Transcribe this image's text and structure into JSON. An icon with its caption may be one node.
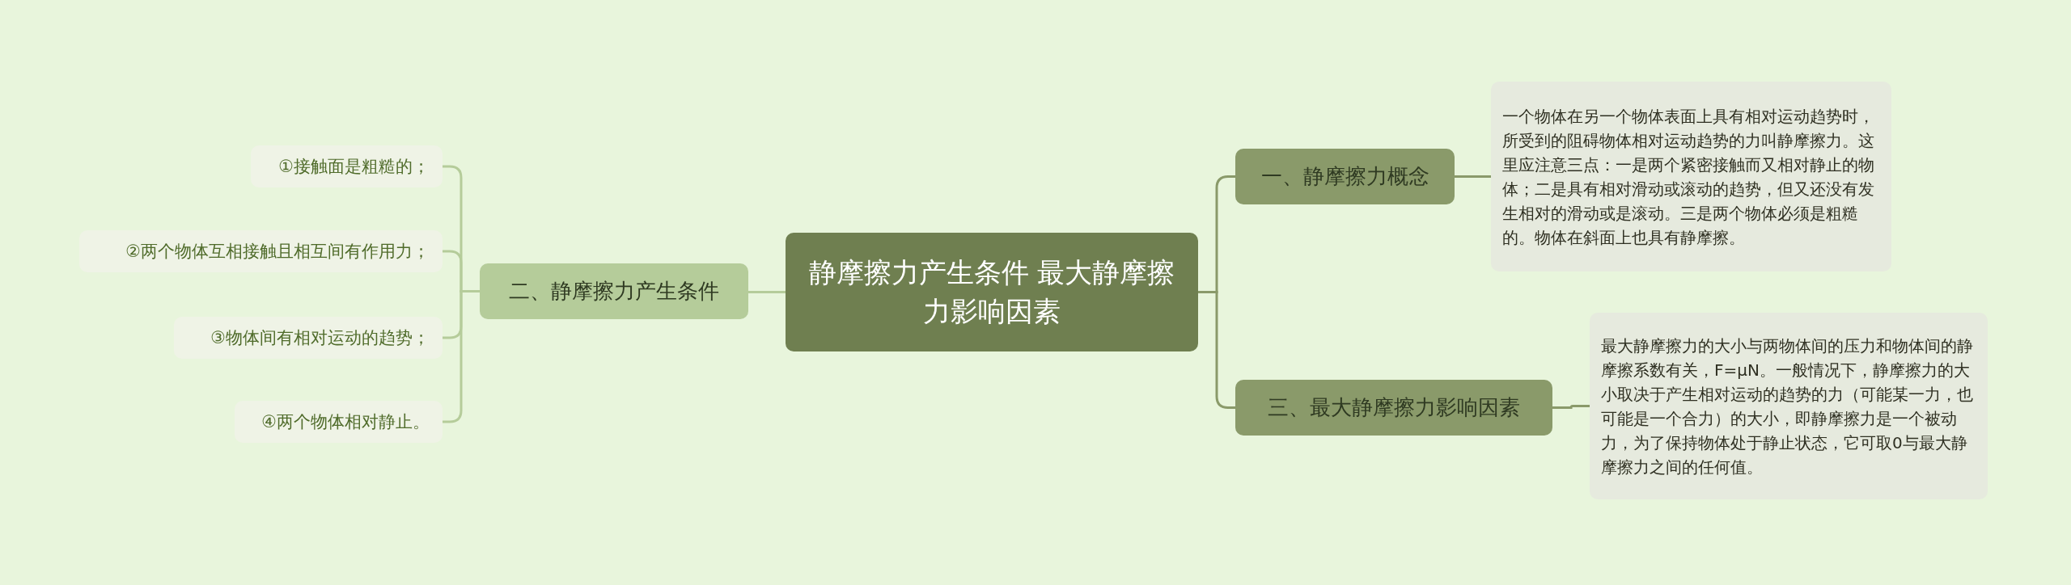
{
  "diagram": {
    "nodes": [
      {
        "text": [
          "静摩擦力产生条件 最大静摩擦力影响因素"
        ]
      },
      {
        "text": [
          "二、静摩擦力产生条件"
        ]
      },
      {
        "text": [
          "①接触面是粗糙的；"
        ]
      },
      {
        "text": [
          "②两个物体互相接触且相互间有作用力；"
        ]
      },
      {
        "text": [
          "③物体间有相对运动的趋势；"
        ]
      },
      {
        "text": [
          "④两个物体相对静止。"
        ]
      },
      {
        "text": [
          "一、静摩擦力概念"
        ]
      },
      {
        "text": [
          "一个物体在另一个物体表面上具有相对运动趋势时，所受到的阻碍物体相对运动趋势的力叫静摩擦力。这里应注意三点：一是两个紧密接触而又相对静止的物体；二是具有相对滑动或滚动的趋势，但又还没有发生相对的滑动或是滚动。三是两个物体必须是粗糙的。物体在斜面上也具有静摩擦。"
        ]
      },
      {
        "text": [
          "三、最大静摩擦力影响因素"
        ]
      },
      {
        "text": [
          "最大静摩擦力的大小与两物体间的压力和物体间的静摩擦系数有关，F=μN。一般情况下，静摩擦力的大小取决于产生相对运动的趋势的力（可能某一力，也可能是一个合力）的大小，即静摩擦力是一个被动力，为了保持物体处于静止状态，它可取0与最大静摩擦力之间的任何值。"
        ]
      }
    ],
    "edges": [
      {
        "from": 0,
        "to": 1,
        "arrow": "none"
      },
      {
        "from": 1,
        "to": 2,
        "arrow": "none"
      },
      {
        "from": 1,
        "to": 3,
        "arrow": "none"
      },
      {
        "from": 1,
        "to": 4,
        "arrow": "none"
      },
      {
        "from": 1,
        "to": 5,
        "arrow": "none"
      },
      {
        "from": 0,
        "to": 6,
        "arrow": "none"
      },
      {
        "from": 6,
        "to": 7,
        "arrow": "none"
      },
      {
        "from": 0,
        "to": 8,
        "arrow": "none"
      },
      {
        "from": 8,
        "to": 9,
        "arrow": "none"
      }
    ]
  }
}
